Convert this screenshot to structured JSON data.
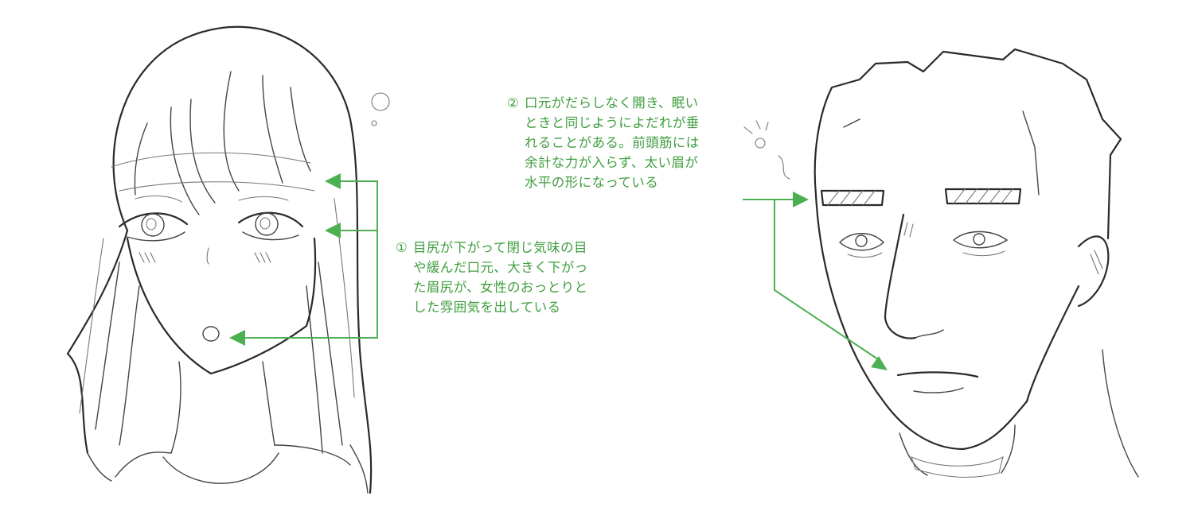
{
  "colors": {
    "accent": "#4caf50",
    "annotation_text": "#3f9e3f",
    "line_art": "#2a2a2a"
  },
  "annotations": {
    "note1": {
      "number": "①",
      "lines": [
        "目尻が下がって閉じ気味の目",
        "や緩んだ口元、大きく下がっ",
        "た眉尻が、女性のおっとりと",
        "した雰囲気を出している"
      ]
    },
    "note2": {
      "number": "②",
      "lines": [
        "口元がだらしなく開き、眠い",
        "ときと同じようによだれが垂",
        "れることがある。前頭筋には",
        "余計な力が入らず、太い眉が",
        "水平の形になっている"
      ]
    }
  }
}
